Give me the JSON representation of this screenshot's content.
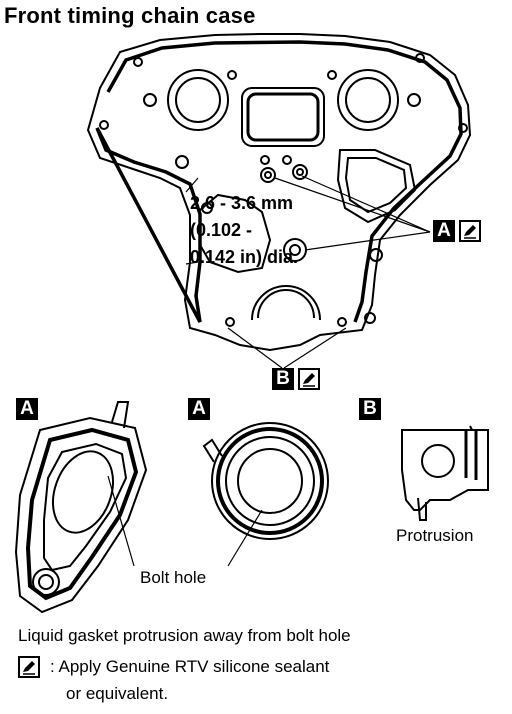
{
  "title": "Front  timing chain case",
  "dimension": {
    "line1": "2.6 - 3.6 mm",
    "line2": "(0.102 -",
    "line3": "0.142 in) dia."
  },
  "markers": {
    "a": "A",
    "b": "B"
  },
  "details": {
    "a1_tag": "A",
    "a2_tag": "A",
    "b_tag": "B",
    "bolt_hole": "Bolt hole",
    "protrusion": "Protrusion"
  },
  "notes": {
    "line1": "Liquid gasket protrusion away from bolt hole",
    "line2": ": Apply Genuine RTV silicone sealant",
    "line3": "or equivalent."
  },
  "icons": {
    "sealant": "pen-icon"
  }
}
